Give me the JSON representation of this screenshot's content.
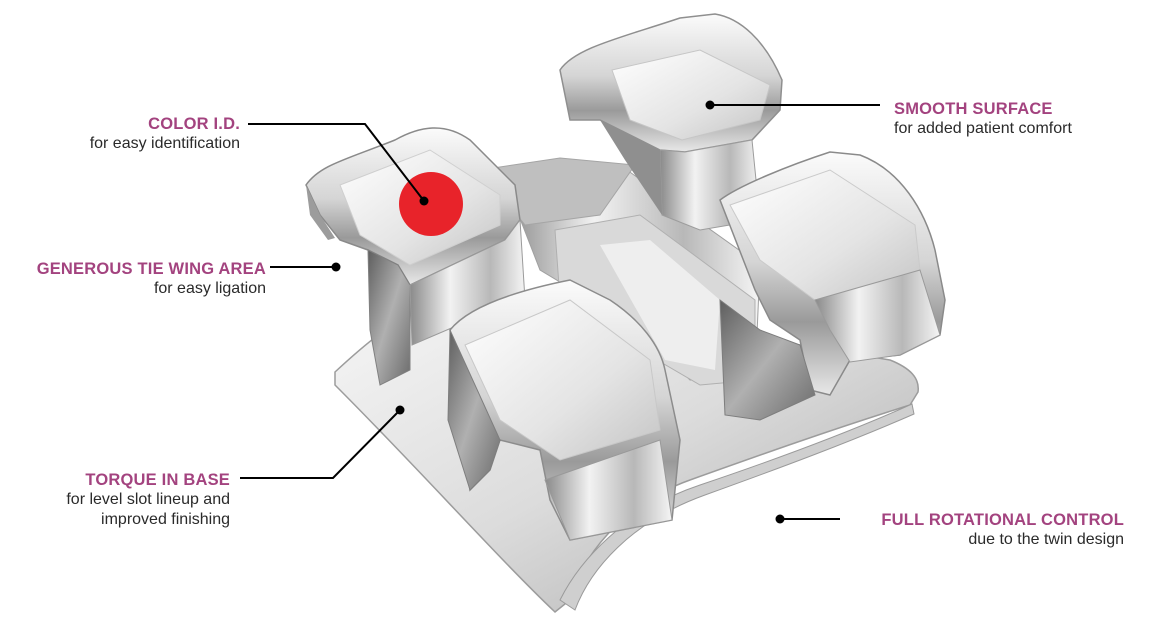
{
  "callouts": {
    "color_id": {
      "title": "COLOR I.D.",
      "sub": "for easy identification"
    },
    "smooth_surface": {
      "title": "SMOOTH SURFACE",
      "sub": "for added patient comfort"
    },
    "tie_wing": {
      "title": "GENEROUS TIE WING AREA",
      "sub": "for easy ligation"
    },
    "torque_base": {
      "title": "TORQUE IN BASE",
      "sub1": "for level slot lineup and",
      "sub2": "improved finishing"
    },
    "rotational": {
      "title": "FULL ROTATIONAL CONTROL",
      "sub": "due to the twin design"
    }
  },
  "colors": {
    "title": "#a3437f",
    "color_id_dot": "#e8232a",
    "metal_light": "#f4f4f4",
    "metal_dark": "#7d7d7d"
  }
}
